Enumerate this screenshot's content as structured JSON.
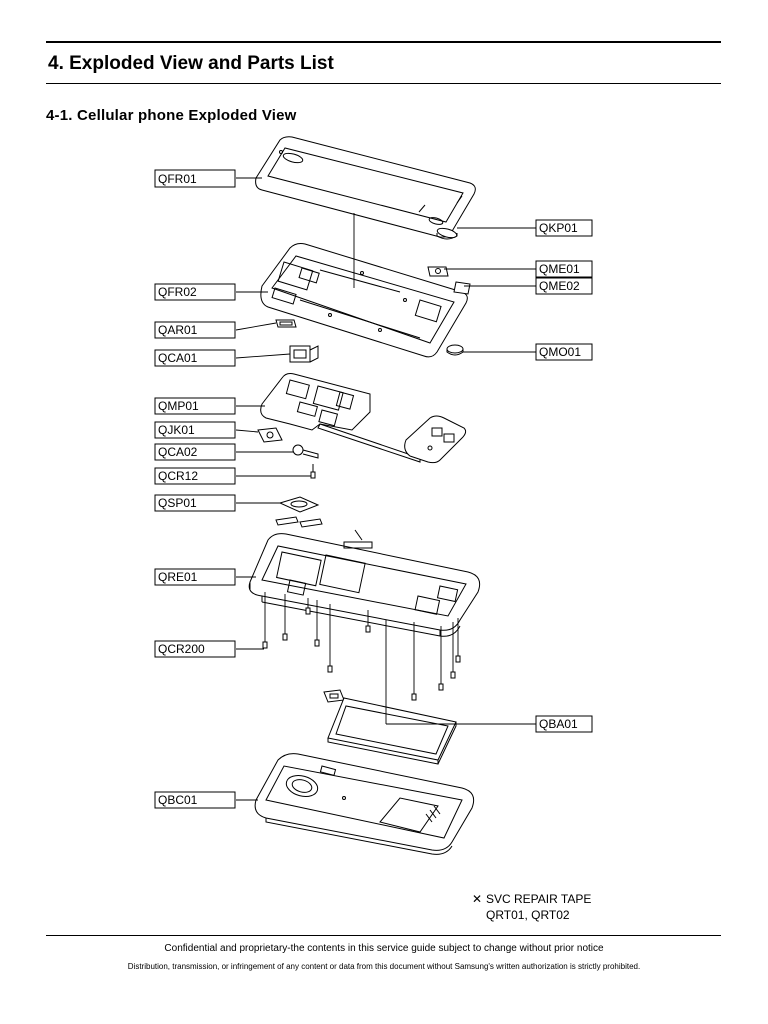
{
  "section_title": "4. Exploded View and Parts List",
  "subsection_title": "4-1. Cellular phone Exploded View",
  "part_labels": {
    "QFR01": "QFR01",
    "QKP01": "QKP01",
    "QME01": "QME01",
    "QME02": "QME02",
    "QFR02": "QFR02",
    "QAR01": "QAR01",
    "QCA01": "QCA01",
    "QMO01": "QMO01",
    "QMP01": "QMP01",
    "QJK01": "QJK01",
    "QCA02": "QCA02",
    "QCR12": "QCR12",
    "QSP01": "QSP01",
    "QRE01": "QRE01",
    "QCR200": "QCR200",
    "QBA01": "QBA01",
    "QBC01": "QBC01"
  },
  "note": {
    "mark": "✕",
    "title": "SVC REPAIR TAPE",
    "items": "QRT01, QRT02"
  },
  "footer": {
    "line1": "Confidential and proprietary-the contents in this service guide subject to change without prior notice",
    "line2": "Distribution, transmission, or infringement of any content or data from this document without Samsung's written authorization is strictly prohibited."
  }
}
